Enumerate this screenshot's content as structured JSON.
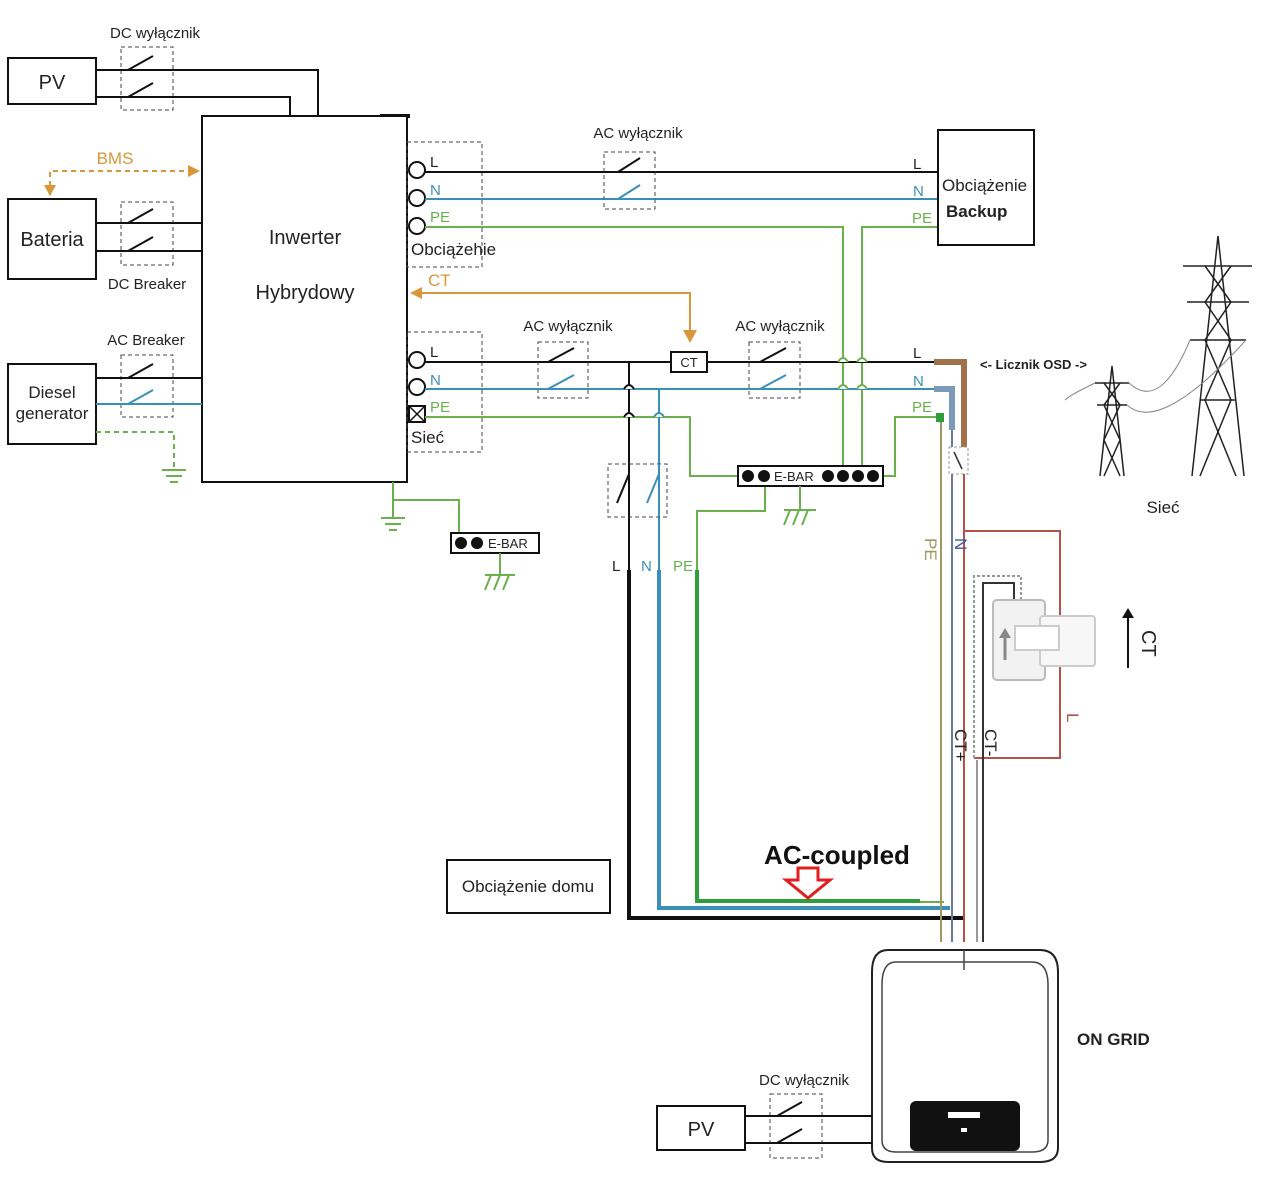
{
  "colors": {
    "line_black": "#111111",
    "line_blue": "#3a8fb7",
    "line_green": "#6ab04c",
    "line_green_dark": "#2e9e3a",
    "line_orange": "#d9963a",
    "line_brown": "#a0714a",
    "line_red": "#b5504a",
    "line_olive": "#9a9a60",
    "arrow_red": "#e02020"
  },
  "pv_top": {
    "label": "PV",
    "breaker_label": "DC wyłącznik"
  },
  "battery": {
    "label": "Bateria",
    "breaker_label": "DC Breaker",
    "bms_label": "BMS"
  },
  "diesel": {
    "label_line1": "Diesel",
    "label_line2": "generator",
    "breaker_label": "AC Breaker"
  },
  "inverter": {
    "line1": "Inwerter",
    "line2": "Hybrydowy"
  },
  "load_port": {
    "l": "L",
    "n": "N",
    "pe": "PE",
    "label": "Obciążehie"
  },
  "grid_port": {
    "l": "L",
    "n": "N",
    "pe": "PE",
    "label": "Sieć"
  },
  "ct_signal_label": "CT",
  "backup_breaker_label": "AC wyłącznik",
  "backup_load": {
    "line1": "Obciążenie",
    "line2": "Backup",
    "l": "L",
    "n": "N",
    "pe": "PE"
  },
  "grid_breaker1_label": "AC wyłącznik",
  "grid_breaker2_label": "AC wyłącznik",
  "ct_box_label": "CT",
  "grid_end": {
    "l": "L",
    "n": "N",
    "pe": "PE",
    "meter_label": "<- Licznik OSD ->",
    "grid_label": "Sieć"
  },
  "ebar_main_label": "E-BAR",
  "ebar_inv_label": "E-BAR",
  "house_feed": {
    "l": "L",
    "n": "N",
    "pe": "PE"
  },
  "house_load_label": "Obciążenie domu",
  "ac_coupled_label": "AC-coupled",
  "vertical_labels": {
    "pe": "PE",
    "n": "N",
    "ct_plus": "CT+",
    "ct_minus": "CT-",
    "l": "L",
    "ct_clamp": "CT"
  },
  "on_grid": {
    "label": "ON GRID",
    "pv_label": "PV",
    "breaker_label": "DC wyłącznik"
  }
}
